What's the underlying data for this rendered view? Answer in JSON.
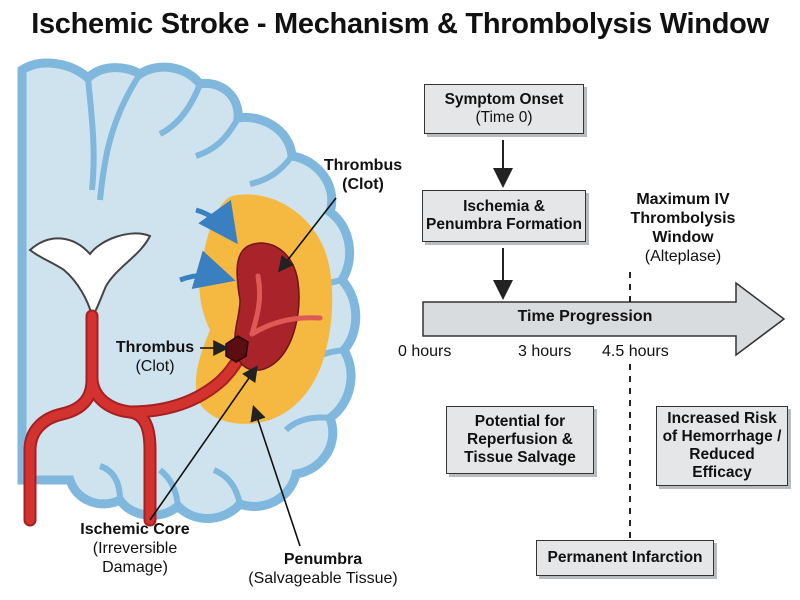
{
  "title": "Ischemic Stroke - Mechanism & Thrombolysis Window",
  "brain_labels": {
    "thrombus_top": {
      "title": "Thrombus",
      "sub": "(Clot)"
    },
    "thrombus_left": {
      "title": "Thrombus",
      "sub": "(Clot)"
    },
    "core": {
      "title": "Ischemic Core",
      "sub_line1": "(Irreversible",
      "sub_line2": "Damage)"
    },
    "penumbra": {
      "title": "Penumbra",
      "sub": "(Salvageable Tissue)"
    }
  },
  "flow": {
    "onset": {
      "title": "Symptom Onset",
      "sub": "(Time 0)"
    },
    "ischemia": {
      "line1": "Ischemia &",
      "line2": "Penumbra Formation"
    },
    "window": {
      "line1": "Maximum IV",
      "line2": "Thrombolysis",
      "line3": "Window",
      "sub": "(Alteplase)"
    },
    "time_arrow_label": "Time Progression",
    "ticks": [
      "0 hours",
      "3 hours",
      "4.5 hours"
    ],
    "reperfusion": {
      "line1": "Potential for",
      "line2": "Reperfusion &",
      "line3": "Tissue Salvage"
    },
    "risk": {
      "line1": "Increased Risk",
      "line2": "of Hemorrhage /",
      "line3": "Reduced",
      "line4": "Efficacy"
    },
    "infarction": "Permanent Infarction"
  },
  "colors": {
    "brain_fill": "#cfe3ef",
    "brain_outline": "#7fb7dd",
    "penumbra": "#f5b942",
    "core": "#a8242a",
    "vessel": "#d2332f",
    "box_fill": "#e4e6e7",
    "arrow_fill": "#d9dcde",
    "flow_arrow": "#3a7fc0"
  }
}
